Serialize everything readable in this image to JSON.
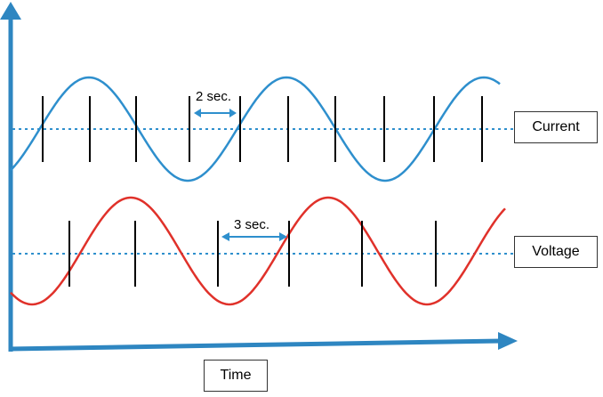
{
  "labels": {
    "current": "Current",
    "voltage": "Voltage",
    "time": "Time",
    "current_interval": "2 sec.",
    "voltage_interval": "3 sec."
  },
  "colors": {
    "axis": "#2e86c1",
    "current": "#2e8fcd",
    "voltage": "#e0312a",
    "interval_arrow": "#2e8fcd",
    "tick": "#000000"
  }
}
